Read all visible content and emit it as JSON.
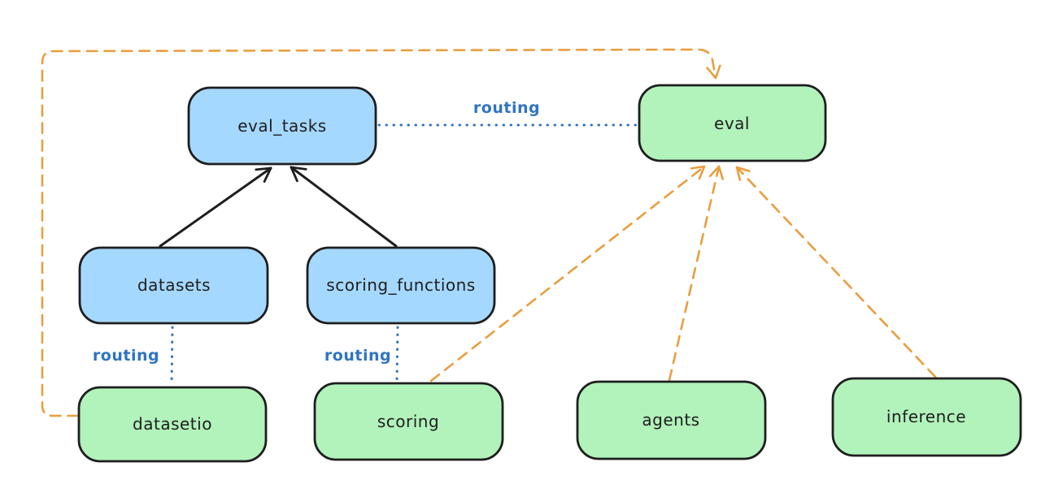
{
  "diagram_type": "architecture-diagram",
  "colors": {
    "background": "#ffffff",
    "api_node_fill": "#a5d8ff",
    "provider_node_fill": "#b2f2bb",
    "node_stroke": "#1e1e1e",
    "node_text": "#1e1e1e",
    "routing_blue": "#2f74c2",
    "dependency_orange": "#e99e3e",
    "solid_arrow_black": "#1e1e1e"
  },
  "nodes": {
    "eval_tasks": {
      "label": "eval_tasks",
      "kind": "api"
    },
    "eval": {
      "label": "eval",
      "kind": "provider"
    },
    "datasets": {
      "label": "datasets",
      "kind": "api"
    },
    "scoring_functions": {
      "label": "scoring_functions",
      "kind": "api"
    },
    "datasetio": {
      "label": "datasetio",
      "kind": "provider"
    },
    "scoring": {
      "label": "scoring",
      "kind": "provider"
    },
    "agents": {
      "label": "agents",
      "kind": "provider"
    },
    "inference": {
      "label": "inference",
      "kind": "provider"
    }
  },
  "edges": [
    {
      "from": "datasets",
      "to": "eval_tasks",
      "style": "solid-arrow",
      "label": ""
    },
    {
      "from": "scoring_functions",
      "to": "eval_tasks",
      "style": "solid-arrow",
      "label": ""
    },
    {
      "from": "eval_tasks",
      "to": "eval",
      "style": "dotted",
      "label": "routing"
    },
    {
      "from": "datasets",
      "to": "datasetio",
      "style": "dotted",
      "label": "routing"
    },
    {
      "from": "scoring_functions",
      "to": "scoring",
      "style": "dotted",
      "label": "routing"
    },
    {
      "from": "datasetio",
      "to": "eval",
      "style": "dashed-arrow",
      "label": ""
    },
    {
      "from": "scoring",
      "to": "eval",
      "style": "dashed-arrow",
      "label": ""
    },
    {
      "from": "agents",
      "to": "eval",
      "style": "dashed-arrow",
      "label": ""
    },
    {
      "from": "inference",
      "to": "eval",
      "style": "dashed-arrow",
      "label": ""
    }
  ]
}
